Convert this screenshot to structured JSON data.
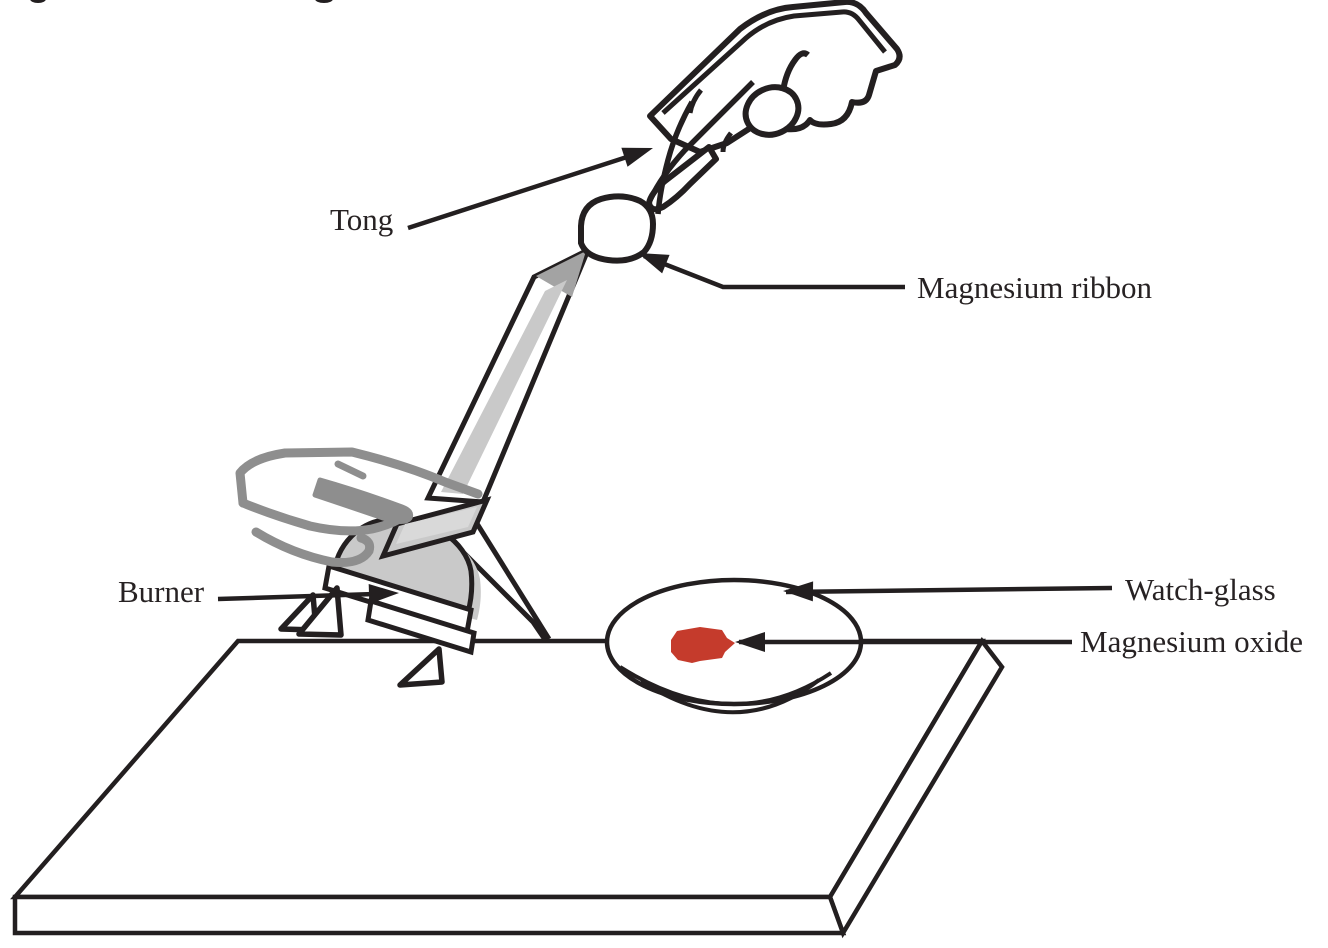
{
  "diagram": {
    "labels": {
      "tong": "Tong",
      "magnesium_ribbon": "Magnesium ribbon",
      "burner": "Burner",
      "watch_glass": "Watch-glass",
      "magnesium_oxide": "Magnesium oxide"
    },
    "colors": {
      "ink": "#231f20",
      "hand_gray": "#8e8e8e",
      "equipment_gray": "#c9c9c9",
      "collar_inner_gray": "#d9d9d9",
      "tube_opening_gray": "#a3a3a3",
      "oxide_red": "#c53b2c",
      "background": "#ffffff"
    }
  }
}
